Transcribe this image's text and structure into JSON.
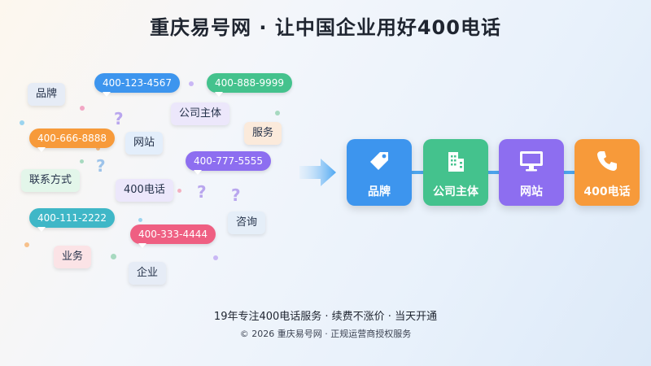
{
  "header": {
    "title": "重庆易号网 · 让中国企业用好400电话"
  },
  "cloud": {
    "phones": [
      "400-123-4567",
      "400-888-9999",
      "400-666-8888",
      "400-777-5555",
      "400-111-2222",
      "400-333-4444"
    ],
    "tags": [
      "品牌",
      "公司主体",
      "服务",
      "网站",
      "联系方式",
      "400电话",
      "咨询",
      "业务",
      "企业"
    ],
    "question_mark": "?"
  },
  "flow": {
    "cards": [
      {
        "label": "品牌",
        "icon": "tag-icon",
        "color": "#3d95ee"
      },
      {
        "label": "公司主体",
        "icon": "building-icon",
        "color": "#44c28d"
      },
      {
        "label": "网站",
        "icon": "monitor-icon",
        "color": "#8d6ef0"
      },
      {
        "label": "400电话",
        "icon": "phone-icon",
        "color": "#f79a3a"
      }
    ]
  },
  "footer": {
    "tagline": "19年专注400电话服务 · 续费不涨价 · 当天开通",
    "copyright": "© 2026 重庆易号网 · 正规运营商授权服务"
  }
}
